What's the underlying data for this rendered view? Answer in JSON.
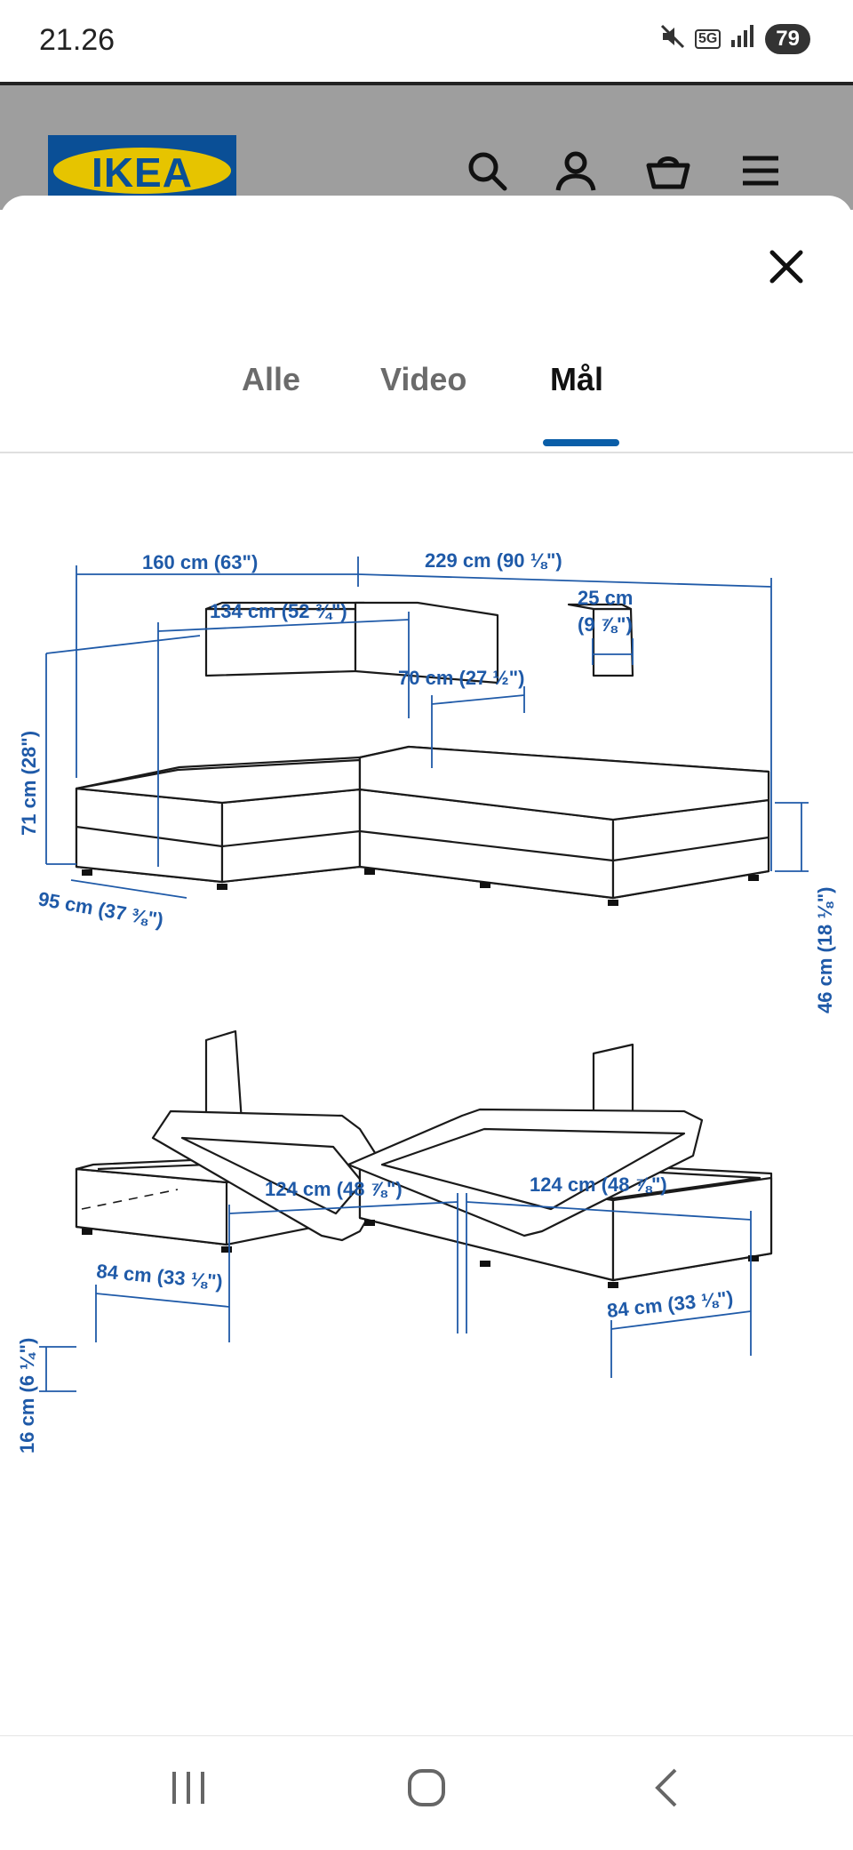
{
  "status_bar": {
    "time": "21.26",
    "network": "5G",
    "battery": "79"
  },
  "header": {
    "logo": "IKEA"
  },
  "tabs": [
    {
      "label": "Alle",
      "active": false
    },
    {
      "label": "Video",
      "active": false
    },
    {
      "label": "Mål",
      "active": true
    }
  ],
  "dimensions": {
    "top": {
      "width_left": "160 cm (63\")",
      "width_right": "229 cm (90 ⅛\")",
      "seat_width_left": "134 cm (52 ¾\")",
      "armrest_cm": "25 cm",
      "armrest_in": "(9 ⅞\")",
      "seat_depth": "70 cm (27 ½\")",
      "height": "71 cm (28\")",
      "depth": "95 cm (37 ⅜\")",
      "seat_height": "46 cm (18 ⅛\")"
    },
    "bottom": {
      "storage_left_width": "124 cm (48 ⅞\")",
      "storage_right_width": "124 cm (48 ⅞\")",
      "storage_left_depth": "84 cm (33 ⅛\")",
      "storage_right_depth": "84 cm (33 ⅛\")",
      "storage_height": "16 cm (6 ¼\")"
    }
  },
  "colors": {
    "accent": "#0a5ea8",
    "dimension": "#1f5aa8",
    "ikea_blue": "#0a4f96",
    "ikea_yellow": "#e6c400"
  }
}
